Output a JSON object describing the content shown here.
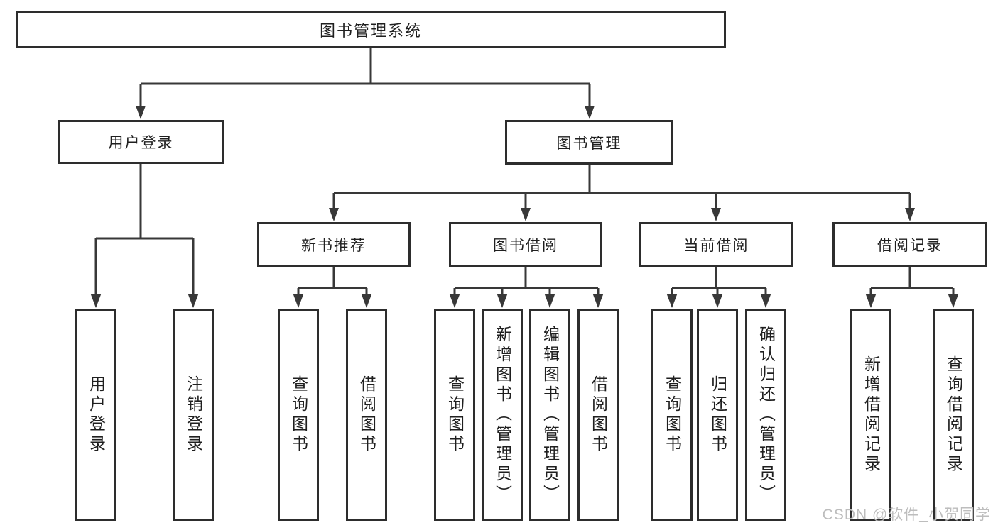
{
  "diagram": {
    "type": "hierarchy-tree",
    "watermark": "CSDN @软件_小贺同学",
    "colors": {
      "line": "#383838",
      "box_border": "#2d2d2d",
      "box_fill": "#ffffff",
      "text": "#1f1f1f",
      "watermark": "#bdbdbd",
      "background": "#ffffff"
    },
    "nodes": {
      "root": {
        "label": "图书管理系统"
      },
      "login": {
        "label": "用户登录"
      },
      "mgmt": {
        "label": "图书管理"
      },
      "newbook": {
        "label": "新书推荐"
      },
      "borrow": {
        "label": "图书借阅"
      },
      "current": {
        "label": "当前借阅"
      },
      "record": {
        "label": "借阅记录"
      },
      "login_user": {
        "label": "用户登录"
      },
      "login_logout": {
        "label": "注销登录"
      },
      "newbook_query": {
        "label": "查询图书"
      },
      "newbook_borrow": {
        "label": "借阅图书"
      },
      "borrow_query": {
        "label": "查询图书"
      },
      "borrow_add": {
        "label": "新增图书（管理员）"
      },
      "borrow_edit": {
        "label": "编辑图书（管理员）"
      },
      "borrow_borrow": {
        "label": "借阅图书"
      },
      "current_query": {
        "label": "查询图书"
      },
      "current_return": {
        "label": "归还图书"
      },
      "current_confirm": {
        "label": "确认归还（管理员）"
      },
      "record_add": {
        "label": "新增借阅记录"
      },
      "record_query": {
        "label": "查询借阅记录"
      }
    },
    "edges": [
      "root->login",
      "root->mgmt",
      "login->login_user",
      "login->login_logout",
      "mgmt->newbook",
      "mgmt->borrow",
      "mgmt->current",
      "mgmt->record",
      "newbook->newbook_query",
      "newbook->newbook_borrow",
      "borrow->borrow_query",
      "borrow->borrow_add",
      "borrow->borrow_edit",
      "borrow->borrow_borrow",
      "current->current_query",
      "current->current_return",
      "current->current_confirm",
      "record->record_add",
      "record->record_query"
    ]
  }
}
